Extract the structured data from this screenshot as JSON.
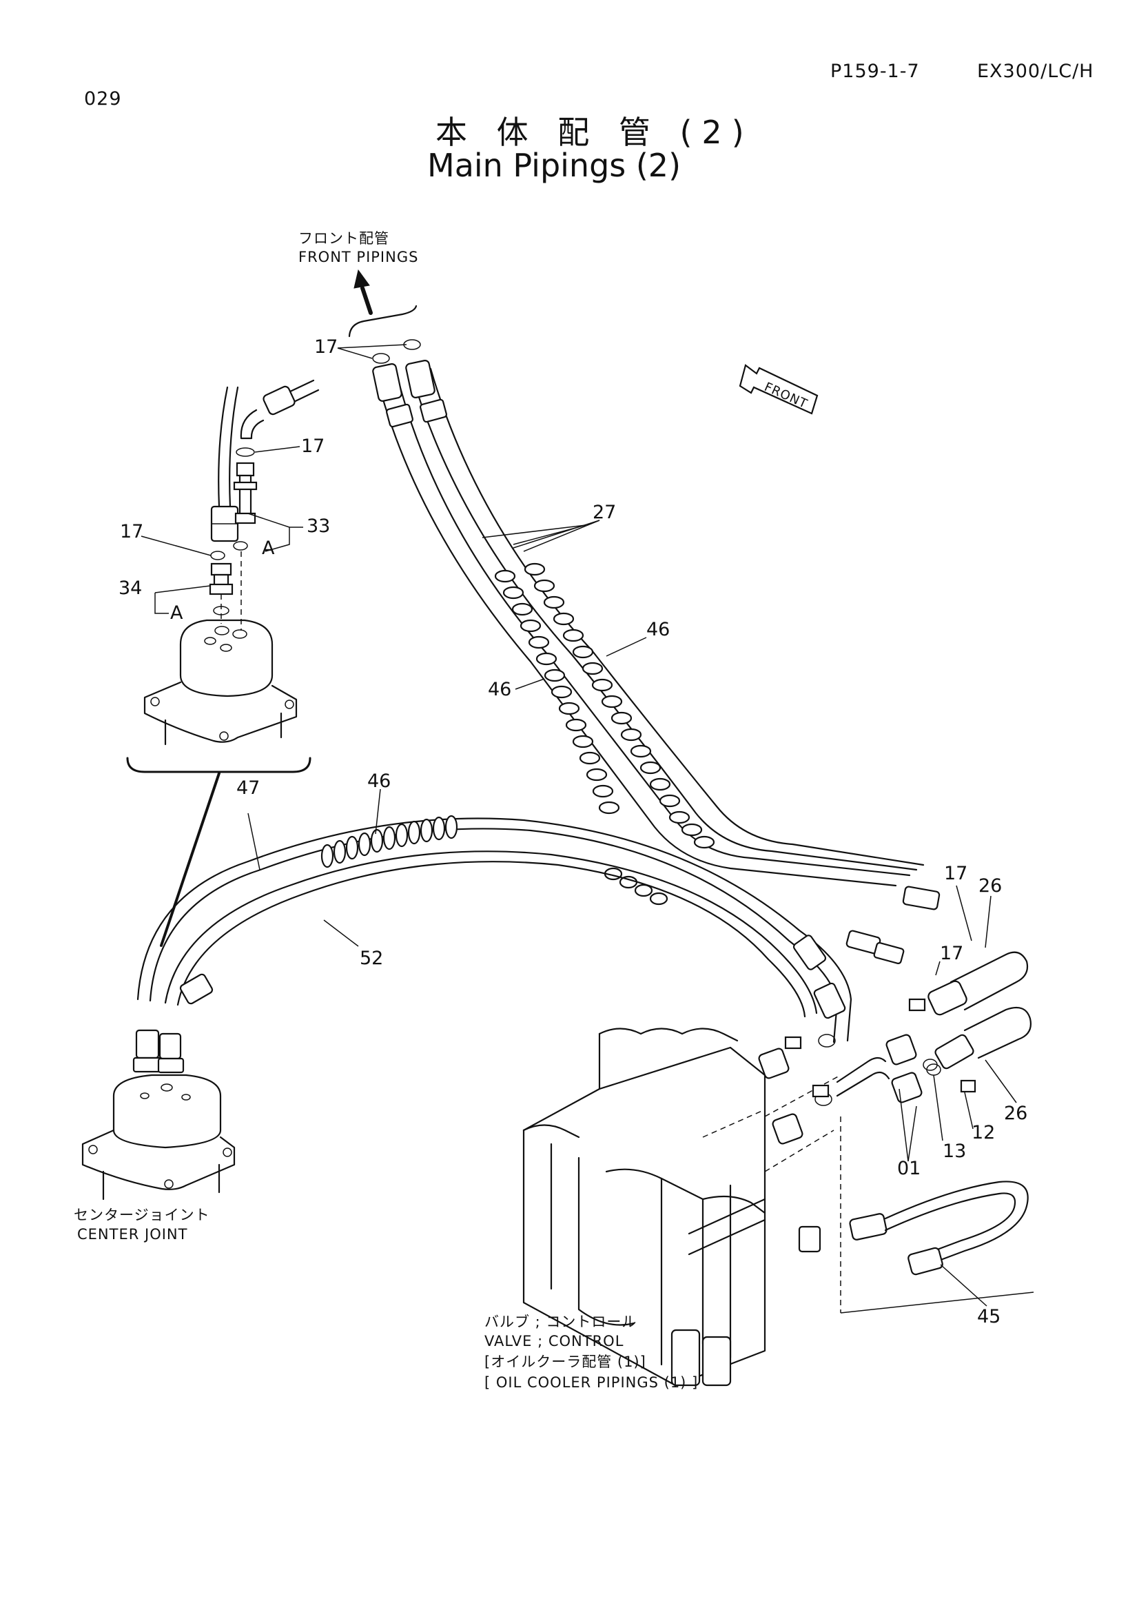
{
  "header": {
    "page_code": "029",
    "part_ref": "P159-1-7",
    "model": "EX300/LC/H"
  },
  "title": {
    "jp": "本 体 配 管 (2)",
    "en": "Main Pipings (2)"
  },
  "captions": {
    "front_pipings_jp": "フロント配管",
    "front_pipings_en": "FRONT PIPINGS",
    "front_arrow": "FRONT",
    "center_joint_jp": "センタージョイント",
    "center_joint_en": "CENTER JOINT",
    "valve_jp": "バルブ ; コントロール",
    "valve_en": "VALVE ; CONTROL",
    "oil_cooler_jp": "オイルクーラ配管 (1)",
    "oil_cooler_en": "OIL COOLER PIPINGS (1)"
  },
  "callouts": {
    "c17_top": "17",
    "c17_right": "17",
    "c33": "33",
    "c17_left": "17",
    "cA_upper": "A",
    "c34": "34",
    "cA_lower": "A",
    "c27": "27",
    "c46_right": "46",
    "c46_left": "46",
    "c46_center": "46",
    "c47": "47",
    "c52": "52",
    "c17_valve_a": "17",
    "c26_top": "26",
    "c17_valve_b": "17",
    "c26_bottom": "26",
    "c12": "12",
    "c13": "13",
    "c01": "01",
    "c45": "45"
  }
}
